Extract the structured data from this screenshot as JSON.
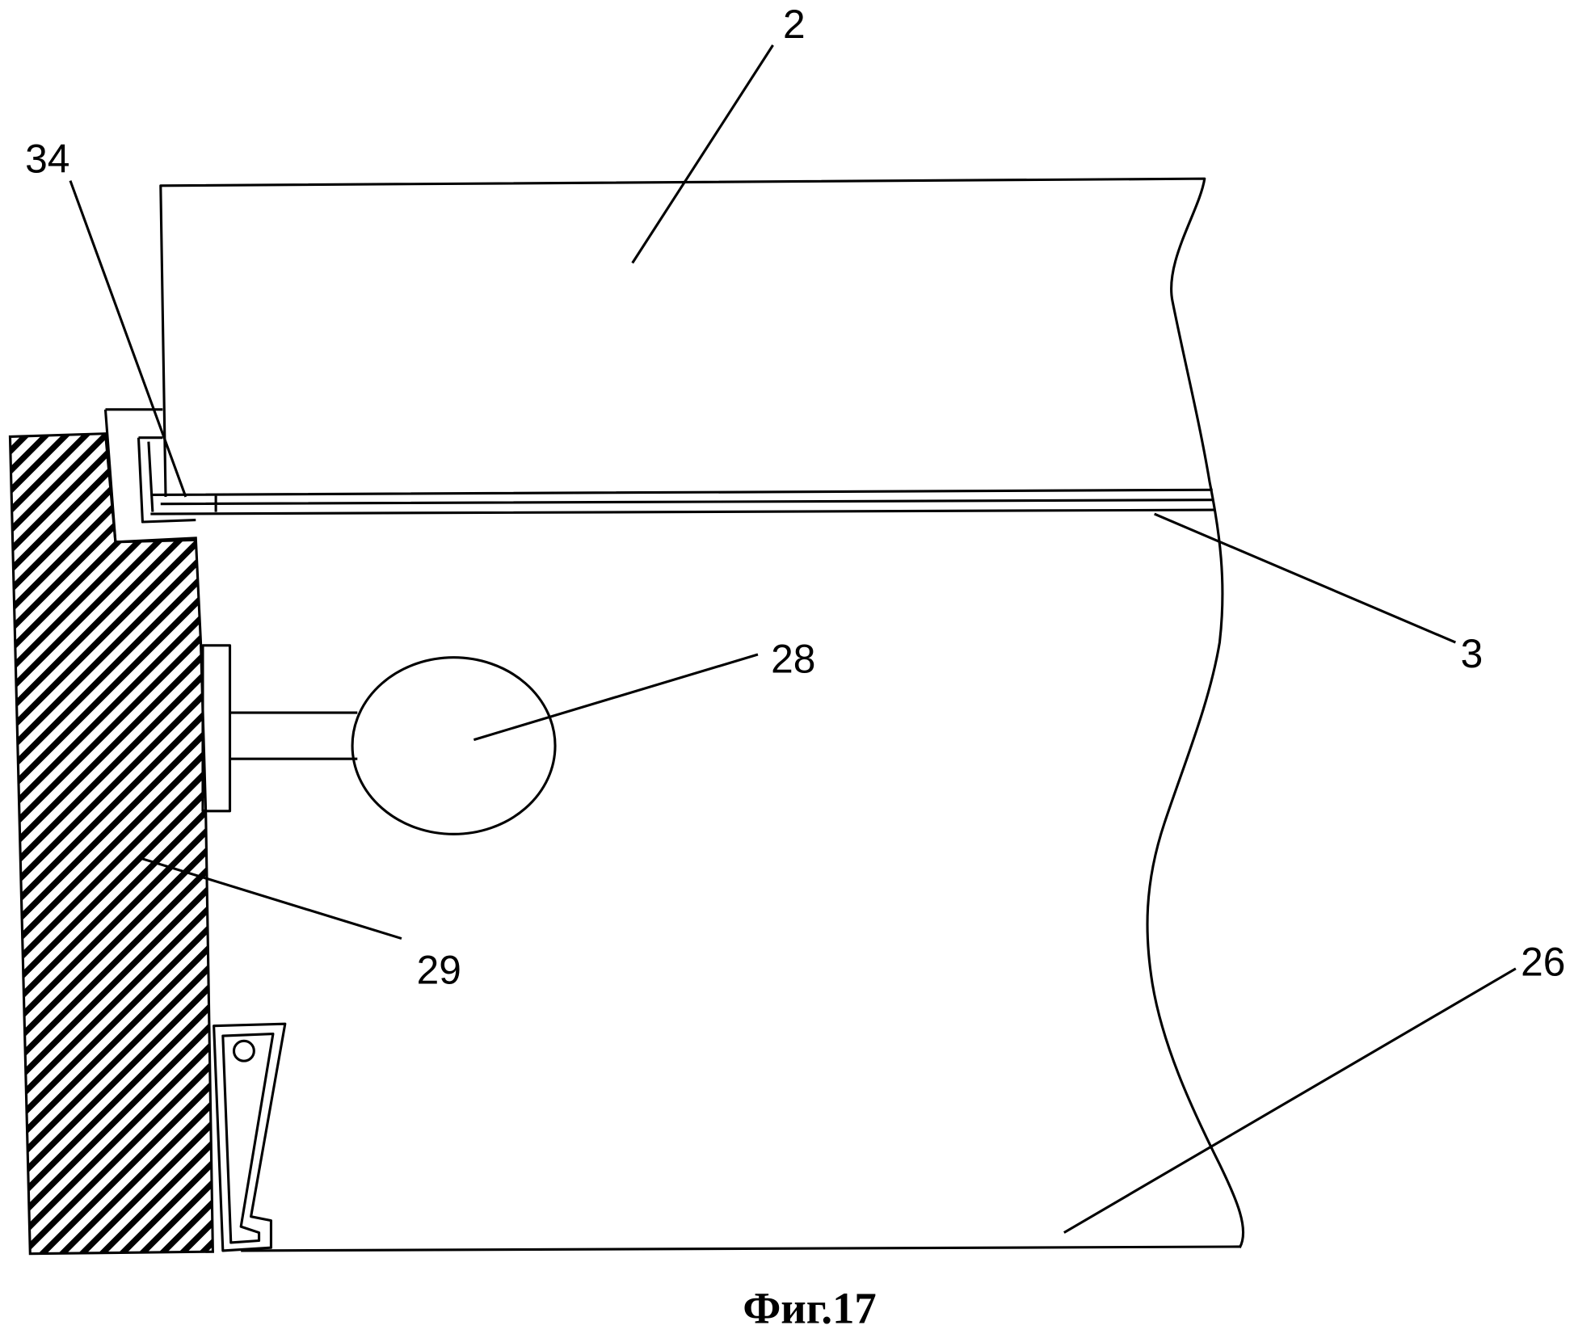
{
  "labels": {
    "part_2": "2",
    "part_34": "34",
    "part_3": "3",
    "part_28": "28",
    "part_29": "29",
    "part_26": "26"
  },
  "caption": "Фиг.17",
  "colors": {
    "ink": "#000000",
    "paper": "#ffffff"
  }
}
